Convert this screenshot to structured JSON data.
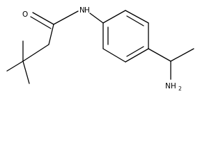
{
  "molecule": {
    "atoms": {
      "oxygen": "O",
      "amide_nitrogen": "N",
      "amide_hydrogen": "H",
      "amine_nitrogen": "NH",
      "amine_subscript": "2"
    },
    "colors": {
      "bond": "#000000",
      "label": "#000000",
      "background": "#ffffff"
    }
  }
}
